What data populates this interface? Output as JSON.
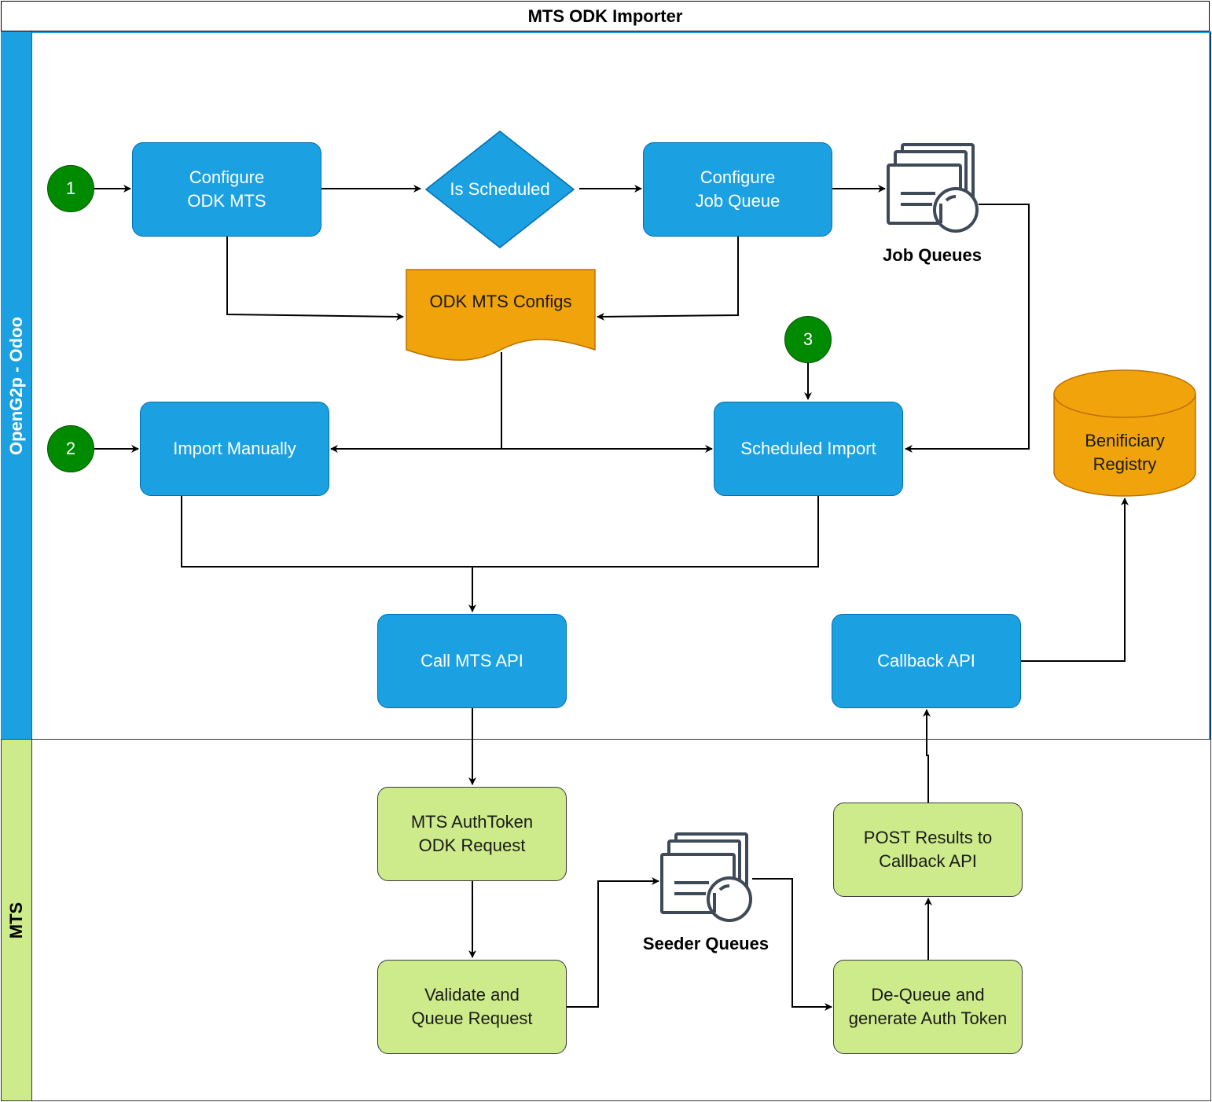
{
  "title": "MTS ODK Importer",
  "lanes": {
    "odoo": {
      "label": "OpenG2p - Odoo",
      "color": "#1ba1e2"
    },
    "mts": {
      "label": "MTS",
      "color": "#cdeb8b"
    }
  },
  "start_points": {
    "one": "1",
    "two": "2",
    "three": "3"
  },
  "nodes": {
    "configure_odk_mts": "Configure\nODK MTS",
    "is_scheduled": "Is Scheduled",
    "configure_job_queue": "Configure\nJob Queue",
    "job_queues": "Job Queues",
    "odk_mts_configs": "ODK MTS Configs",
    "import_manually": "Import Manually",
    "scheduled_import": "Scheduled Import",
    "beneficiary_registry": "Benificiary\nRegistry",
    "call_mts_api": "Call MTS API",
    "callback_api": "Callback API",
    "mts_authtoken_request": "MTS AuthToken\nODK Request",
    "validate_queue_request": "Validate and\nQueue Request",
    "seeder_queues": "Seeder Queues",
    "post_results": "POST Results to\nCallback API",
    "dequeue_generate": "De-Queue and\ngenerate Auth Token"
  },
  "colors": {
    "process_blue": "#1ba1e2",
    "process_green": "#cdeb8b",
    "data_orange": "#f0a30a",
    "start_green": "#008a00",
    "icon_gray": "#3f4a59"
  },
  "icons": {
    "job_queues_icon": "queue-stack-icon",
    "seeder_queues_icon": "queue-stack-icon"
  }
}
